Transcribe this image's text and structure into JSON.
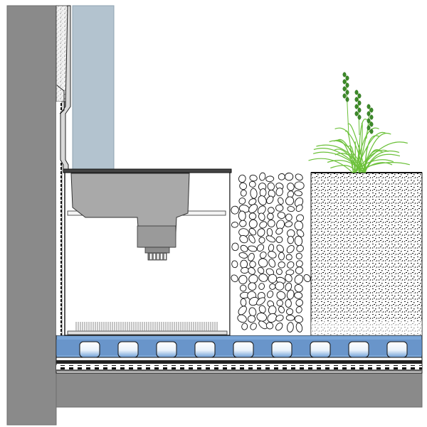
{
  "diagram": {
    "kind": "construction-section",
    "labels": [],
    "components": [
      {
        "id": "concrete-wall",
        "material": "concrete"
      },
      {
        "id": "concrete-slab",
        "material": "concrete"
      },
      {
        "id": "wall-insulation",
        "material": "insulation"
      },
      {
        "id": "facade-panel",
        "material": "cladding"
      },
      {
        "id": "flashing-profile",
        "material": "metal"
      },
      {
        "id": "window-drain-channel",
        "material": "metal"
      },
      {
        "id": "drain-outlet",
        "material": "plastic"
      },
      {
        "id": "gravel-strip",
        "material": "pebbles"
      },
      {
        "id": "green-roof-substrate",
        "material": "substrate"
      },
      {
        "id": "ornamental-grass",
        "material": "vegetation"
      },
      {
        "id": "drainage-board",
        "material": "plastic"
      },
      {
        "id": "waterproofing-membrane",
        "material": "bitumen"
      }
    ],
    "colors": {
      "concrete": "#8a8a8a",
      "concrete_edge": "#6f6f6f",
      "facade_panel": "#b3c3cf",
      "drain_body": "#a9a9a9",
      "water_blue": "#6e9fd6",
      "grass_green": "#6cc13a",
      "plume_green": "#3d8a2a",
      "line": "#1a1a1a"
    }
  }
}
